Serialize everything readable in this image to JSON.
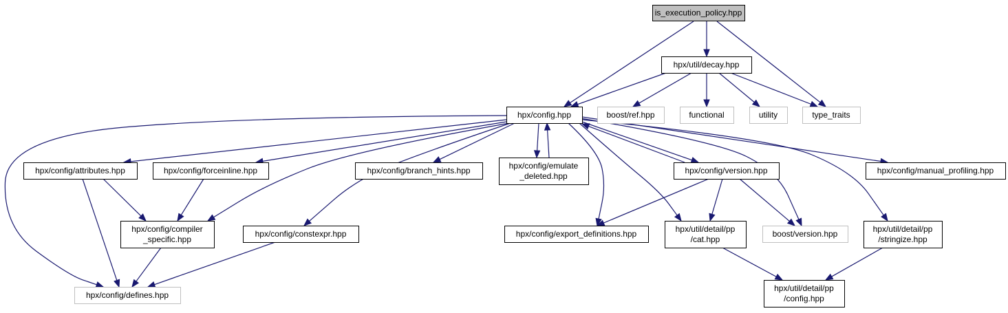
{
  "colors": {
    "edge": "#191970",
    "node_border": "#000000",
    "external_border": "#bfbfbf",
    "root_fill": "#bfbfbf",
    "node_fill": "#ffffff"
  },
  "nodes": [
    {
      "id": "root",
      "lines": [
        "is_execution_policy.hpp"
      ],
      "kind": "root"
    },
    {
      "id": "decay",
      "lines": [
        "hpx/util/decay.hpp"
      ],
      "kind": "file"
    },
    {
      "id": "config",
      "lines": [
        "hpx/config.hpp"
      ],
      "kind": "file"
    },
    {
      "id": "boost_ref",
      "lines": [
        "boost/ref.hpp"
      ],
      "kind": "external"
    },
    {
      "id": "functional",
      "lines": [
        "functional"
      ],
      "kind": "external"
    },
    {
      "id": "utility",
      "lines": [
        "utility"
      ],
      "kind": "external"
    },
    {
      "id": "type_traits",
      "lines": [
        "type_traits"
      ],
      "kind": "external"
    },
    {
      "id": "attributes",
      "lines": [
        "hpx/config/attributes.hpp"
      ],
      "kind": "file"
    },
    {
      "id": "forceinline",
      "lines": [
        "hpx/config/forceinline.hpp"
      ],
      "kind": "file"
    },
    {
      "id": "branch_hints",
      "lines": [
        "hpx/config/branch_hints.hpp"
      ],
      "kind": "file"
    },
    {
      "id": "emulate_deleted",
      "lines": [
        "hpx/config/emulate",
        "_deleted.hpp"
      ],
      "kind": "file"
    },
    {
      "id": "version",
      "lines": [
        "hpx/config/version.hpp"
      ],
      "kind": "file"
    },
    {
      "id": "manual_profiling",
      "lines": [
        "hpx/config/manual_profiling.hpp"
      ],
      "kind": "file"
    },
    {
      "id": "compiler_specific",
      "lines": [
        "hpx/config/compiler",
        "_specific.hpp"
      ],
      "kind": "file"
    },
    {
      "id": "constexpr",
      "lines": [
        "hpx/config/constexpr.hpp"
      ],
      "kind": "file"
    },
    {
      "id": "export_definitions",
      "lines": [
        "hpx/config/export_definitions.hpp"
      ],
      "kind": "file"
    },
    {
      "id": "pp_cat",
      "lines": [
        "hpx/util/detail/pp",
        "/cat.hpp"
      ],
      "kind": "file"
    },
    {
      "id": "boost_version",
      "lines": [
        "boost/version.hpp"
      ],
      "kind": "external"
    },
    {
      "id": "pp_stringize",
      "lines": [
        "hpx/util/detail/pp",
        "/stringize.hpp"
      ],
      "kind": "file"
    },
    {
      "id": "defines",
      "lines": [
        "hpx/config/defines.hpp"
      ],
      "kind": "external"
    },
    {
      "id": "pp_config",
      "lines": [
        "hpx/util/detail/pp",
        "/config.hpp"
      ],
      "kind": "file"
    }
  ],
  "edges": [
    {
      "from": "root",
      "to": "config"
    },
    {
      "from": "root",
      "to": "decay"
    },
    {
      "from": "root",
      "to": "type_traits"
    },
    {
      "from": "decay",
      "to": "config"
    },
    {
      "from": "decay",
      "to": "boost_ref"
    },
    {
      "from": "decay",
      "to": "functional"
    },
    {
      "from": "decay",
      "to": "utility"
    },
    {
      "from": "decay",
      "to": "type_traits"
    },
    {
      "from": "config",
      "to": "attributes"
    },
    {
      "from": "config",
      "to": "forceinline"
    },
    {
      "from": "config",
      "to": "branch_hints"
    },
    {
      "from": "config",
      "to": "emulate_deleted"
    },
    {
      "from": "emulate_deleted",
      "to": "config"
    },
    {
      "from": "config",
      "to": "version"
    },
    {
      "from": "version",
      "to": "config"
    },
    {
      "from": "config",
      "to": "manual_profiling"
    },
    {
      "from": "config",
      "to": "compiler_specific"
    },
    {
      "from": "config",
      "to": "constexpr"
    },
    {
      "from": "config",
      "to": "export_definitions"
    },
    {
      "from": "config",
      "to": "pp_cat"
    },
    {
      "from": "config",
      "to": "boost_version"
    },
    {
      "from": "config",
      "to": "pp_stringize"
    },
    {
      "from": "config",
      "to": "defines"
    },
    {
      "from": "attributes",
      "to": "compiler_specific"
    },
    {
      "from": "attributes",
      "to": "defines"
    },
    {
      "from": "forceinline",
      "to": "compiler_specific"
    },
    {
      "from": "compiler_specific",
      "to": "defines"
    },
    {
      "from": "constexpr",
      "to": "defines"
    },
    {
      "from": "version",
      "to": "export_definitions"
    },
    {
      "from": "version",
      "to": "pp_cat"
    },
    {
      "from": "version",
      "to": "boost_version"
    },
    {
      "from": "pp_cat",
      "to": "pp_config"
    },
    {
      "from": "pp_stringize",
      "to": "pp_config"
    }
  ]
}
